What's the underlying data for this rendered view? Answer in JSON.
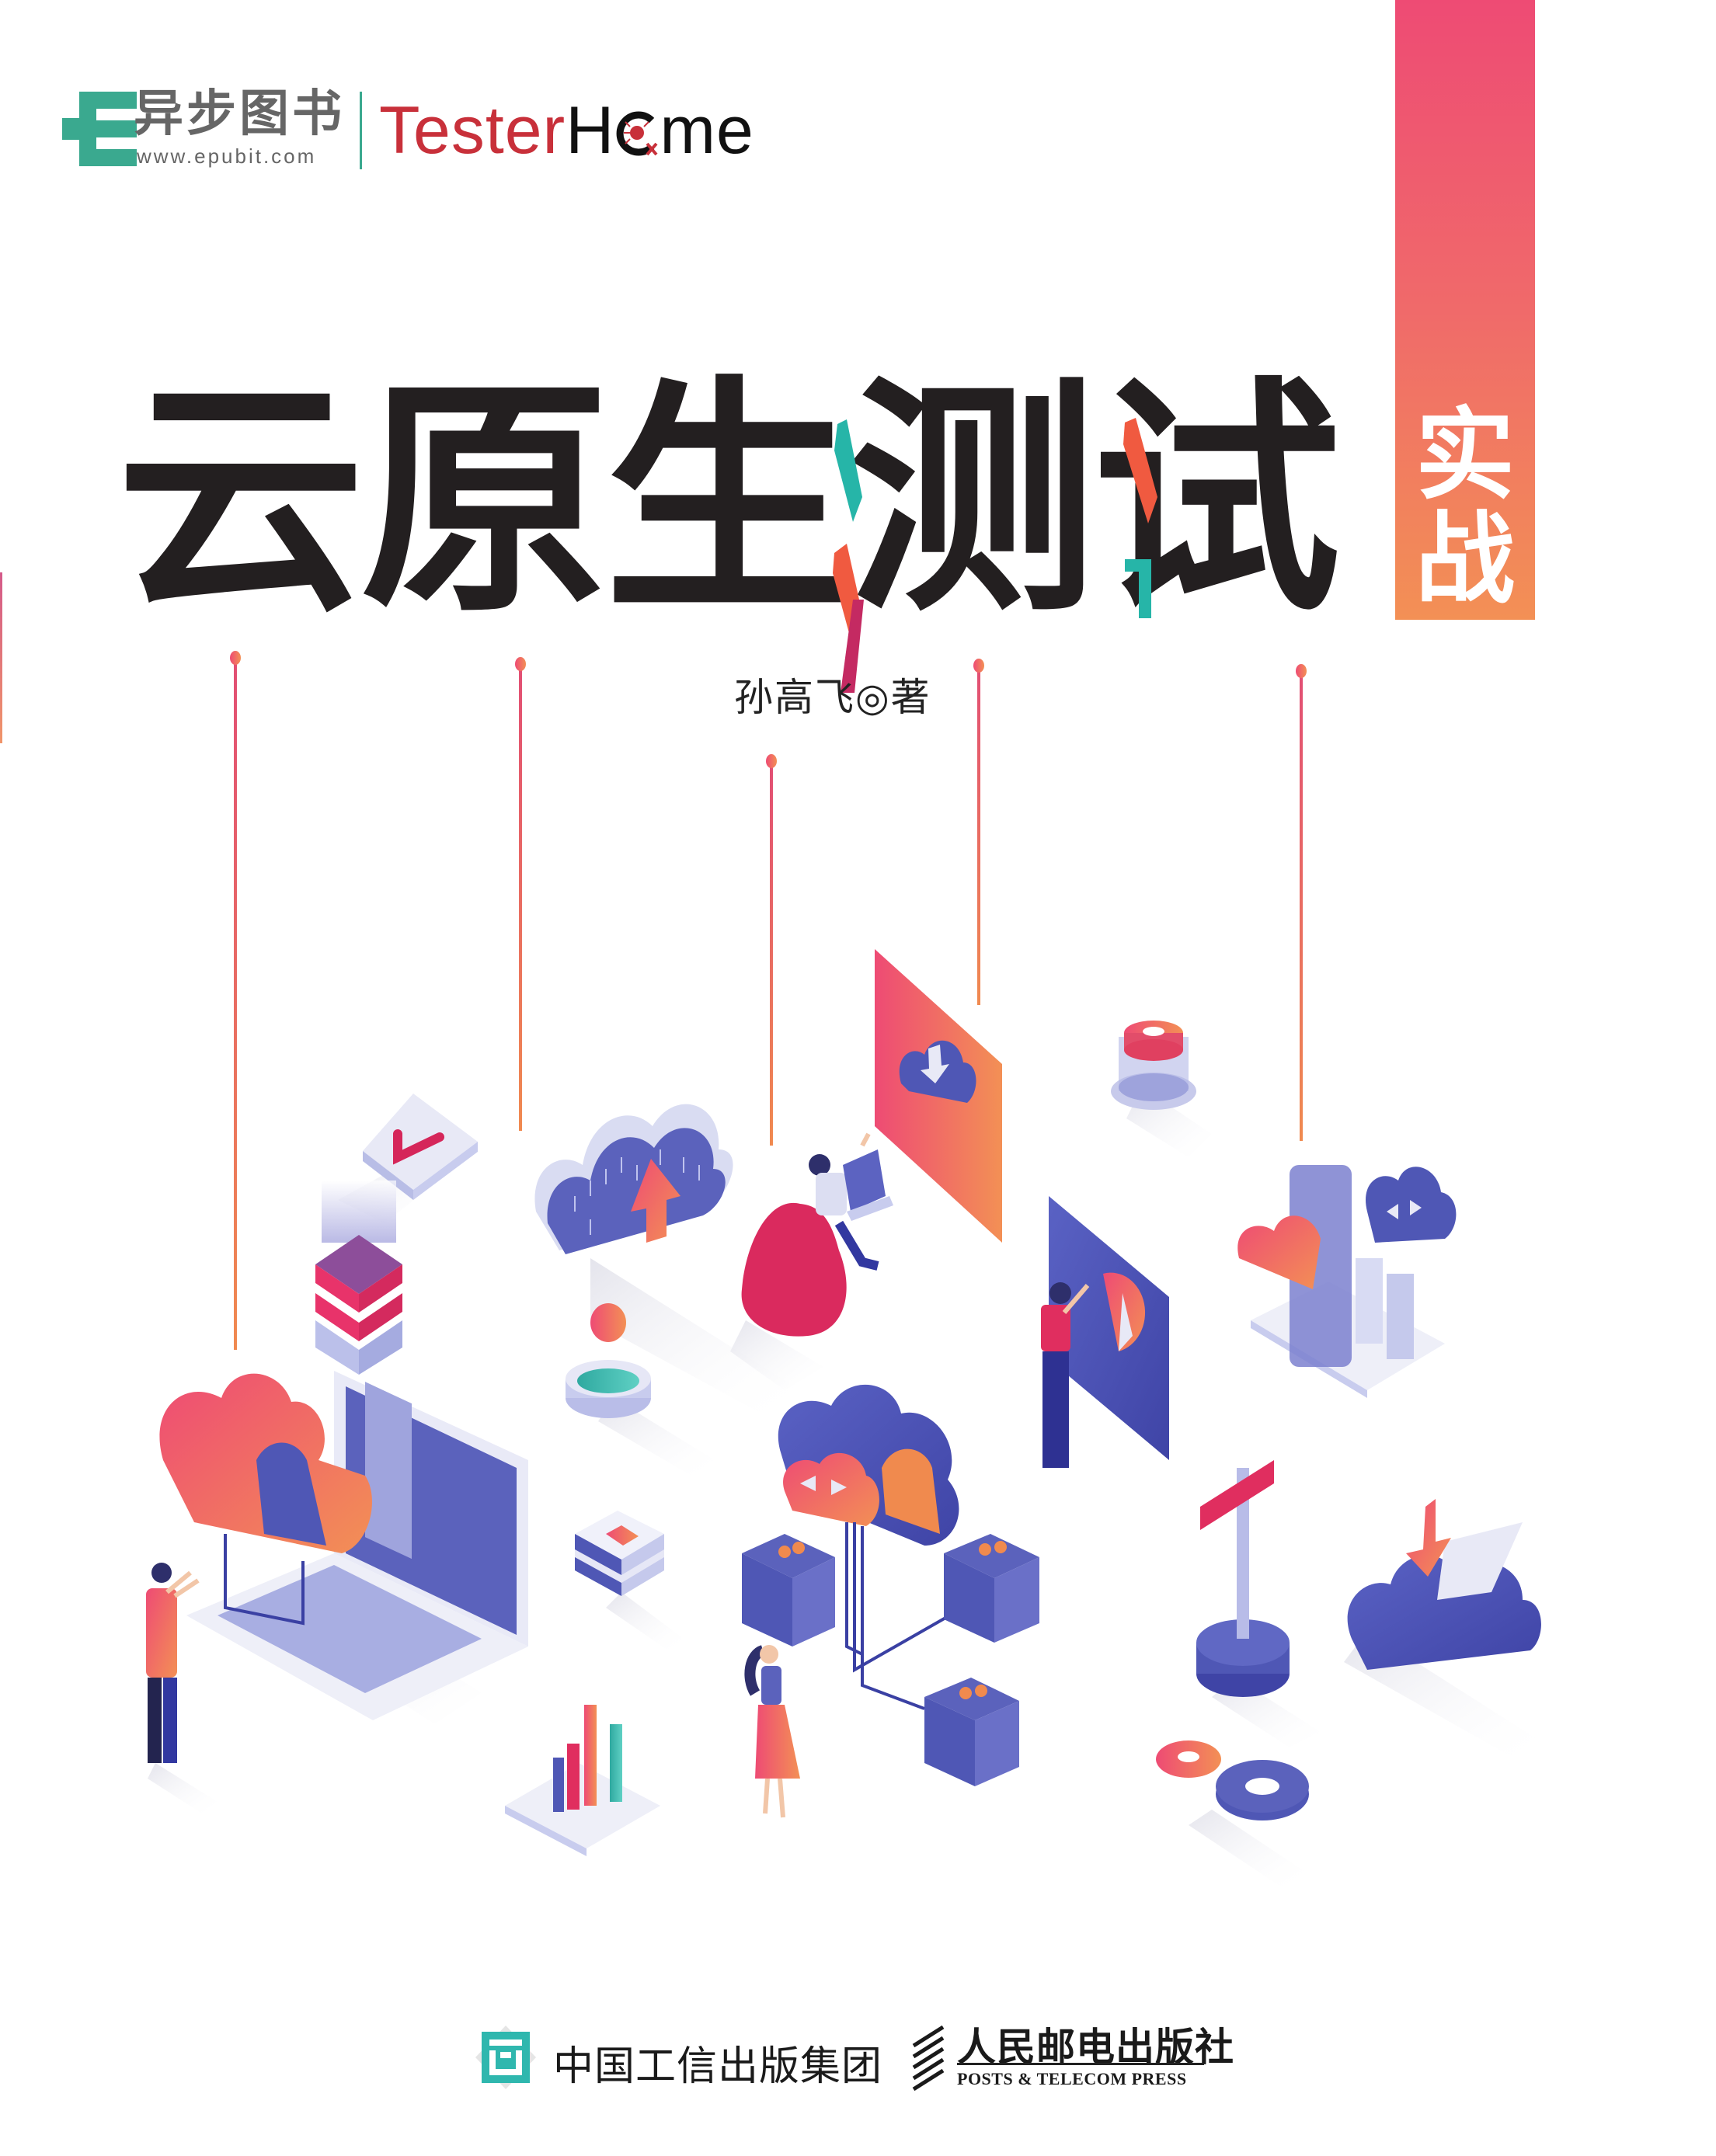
{
  "header": {
    "epubit_logo": {
      "name": "异步图书",
      "url": "www.epubit.com",
      "color": "#3AA98F",
      "text_color": "#666666",
      "icon": "epubit-e-icon"
    },
    "testerhome_logo": {
      "part1": "Tester",
      "part2_a": "H",
      "part2_o": "o",
      "part2_b": "me",
      "red": "#C8303A",
      "black": "#111111",
      "icon": "bug-o-icon"
    }
  },
  "title": {
    "main": "云原生测试",
    "subtitle": "实战",
    "text_color": "#231F20",
    "accent_colors": {
      "teal": "#26B5A8",
      "orange": "#F05A40",
      "magenta": "#C42A62"
    },
    "ribbon_gradient": [
      "#EE4B74",
      "#F39055"
    ]
  },
  "author": {
    "line": "孙高飞◎著"
  },
  "illustration": {
    "elements": [
      "checkmark-tile-icon",
      "cloud-upload-icon",
      "man-on-beanbag-with-laptop",
      "cloud-download-panel-icon",
      "gear-in-glass-icon",
      "layered-server-stack-icon",
      "sphere-on-pedestal-icon",
      "presenter-with-pie-chart-board",
      "phone-cloud-server-platform",
      "laptop-with-cloud-circuit",
      "man-pointing-at-cloud",
      "layered-box-icon",
      "cloud-cluster-with-servers",
      "woman-operating-server",
      "bar-chart-platform-icon",
      "hammer-on-gear-icon",
      "cloud-download-file-icon",
      "twin-gears-icon"
    ],
    "palette": {
      "indigo": "#4F57B5",
      "lavender": "#C5C9EC",
      "pink": "#E22E5F",
      "orange": "#F38A4E",
      "teal": "#3DBDB2"
    }
  },
  "footer": {
    "publisher1": {
      "name": "中国工信出版集团",
      "icon_color": "#2FB7AE"
    },
    "publisher2": {
      "name": "人民邮电出版社",
      "english": "POSTS & TELECOM PRESS"
    }
  }
}
